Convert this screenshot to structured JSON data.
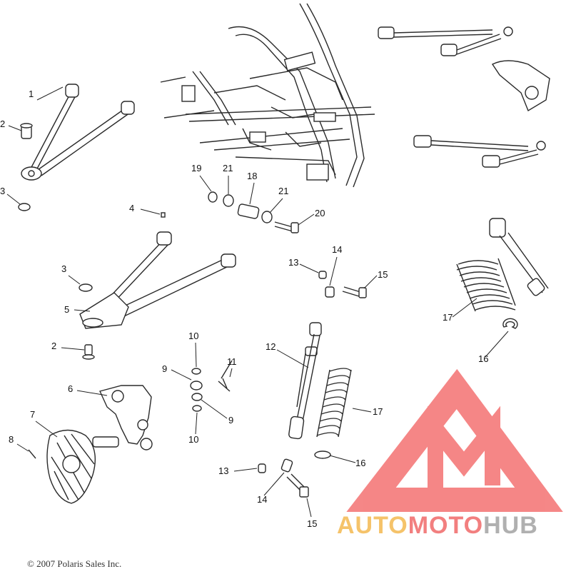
{
  "diagram": {
    "callouts": [
      {
        "id": "c1",
        "label": "1"
      },
      {
        "id": "c2a",
        "label": "2"
      },
      {
        "id": "c3a",
        "label": "3"
      },
      {
        "id": "c4",
        "label": "4"
      },
      {
        "id": "c19",
        "label": "19"
      },
      {
        "id": "c21a",
        "label": "21"
      },
      {
        "id": "c18",
        "label": "18"
      },
      {
        "id": "c21b",
        "label": "21"
      },
      {
        "id": "c20",
        "label": "20"
      },
      {
        "id": "c3b",
        "label": "3"
      },
      {
        "id": "c5",
        "label": "5"
      },
      {
        "id": "c14a",
        "label": "14"
      },
      {
        "id": "c13a",
        "label": "13"
      },
      {
        "id": "c15a",
        "label": "15"
      },
      {
        "id": "c2b",
        "label": "2"
      },
      {
        "id": "c10a",
        "label": "10"
      },
      {
        "id": "c9a",
        "label": "9"
      },
      {
        "id": "c11",
        "label": "11"
      },
      {
        "id": "c12",
        "label": "12"
      },
      {
        "id": "c6",
        "label": "6"
      },
      {
        "id": "c7",
        "label": "7"
      },
      {
        "id": "c8",
        "label": "8"
      },
      {
        "id": "c9b",
        "label": "9"
      },
      {
        "id": "c10b",
        "label": "10"
      },
      {
        "id": "c17a",
        "label": "17"
      },
      {
        "id": "c16a",
        "label": "16"
      },
      {
        "id": "c17b",
        "label": "17"
      },
      {
        "id": "c16b",
        "label": "16"
      },
      {
        "id": "c13b",
        "label": "13"
      },
      {
        "id": "c14b",
        "label": "14"
      },
      {
        "id": "c15b",
        "label": "15"
      }
    ],
    "copyright": "© 2007 Polaris Sales Inc."
  },
  "watermark": {
    "brand_part1": "AUTO",
    "brand_part2": "MOTO",
    "brand_part3": "HUB",
    "colors": {
      "logo_red": "#f47a7a",
      "auto_yellow": "#f5c36a",
      "moto_red": "#f27f7f",
      "hub_gray": "#b0b0b0"
    }
  }
}
